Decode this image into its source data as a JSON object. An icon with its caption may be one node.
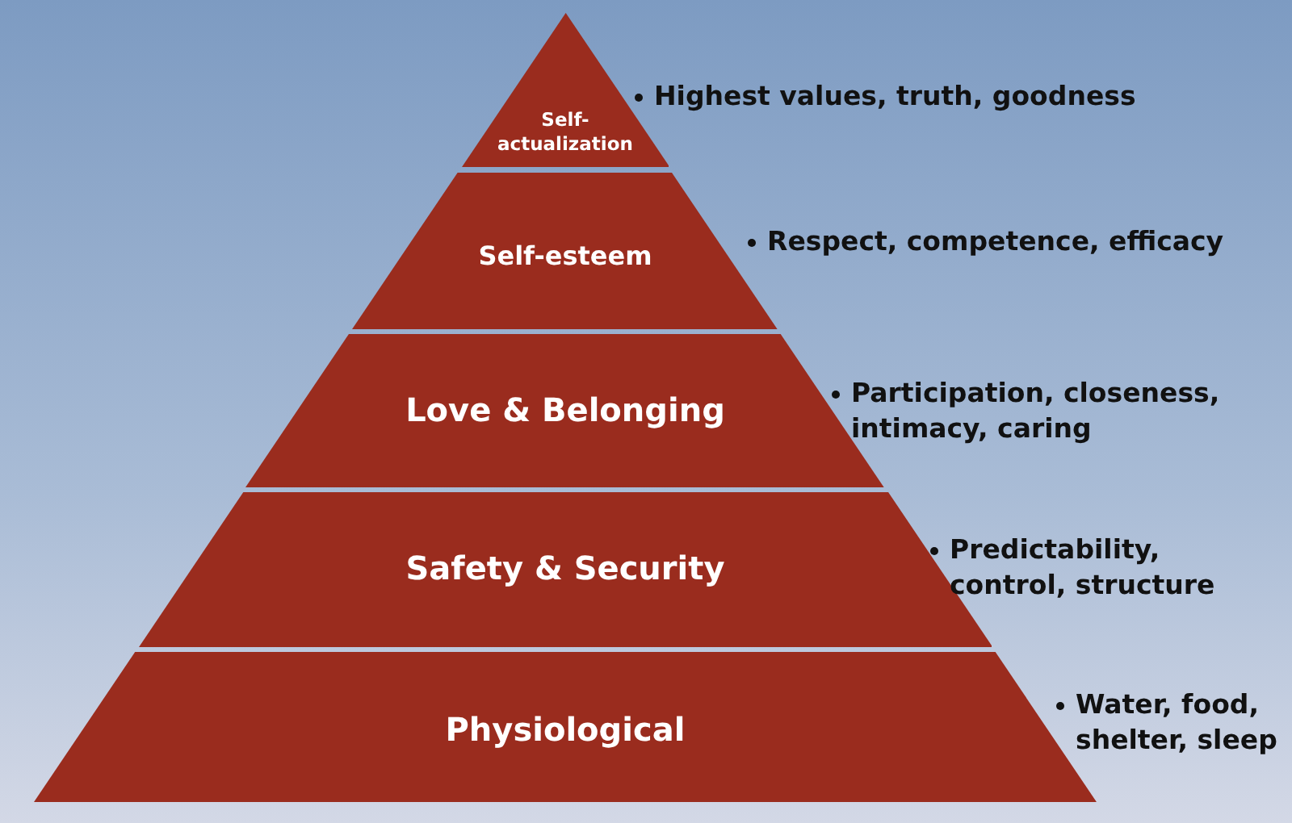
{
  "diagram": {
    "nodes": [
      {
        "text": [
          "Self-actualization"
        ],
        "beside": [
          "Highest values, truth, goodness"
        ]
      },
      {
        "text": [
          "Self-esteem"
        ],
        "beside": [
          "Respect, competence, efficacy"
        ]
      },
      {
        "text": [
          "Love & Belonging"
        ],
        "beside": [
          "Participation, closeness, intimacy, caring"
        ]
      },
      {
        "text": [
          "Safety & Security"
        ],
        "beside": [
          "Predictability, control, structure"
        ]
      },
      {
        "text": [
          "Physiological"
        ],
        "beside": [
          "Water, food, shelter, sleep"
        ]
      }
    ],
    "edges": []
  }
}
